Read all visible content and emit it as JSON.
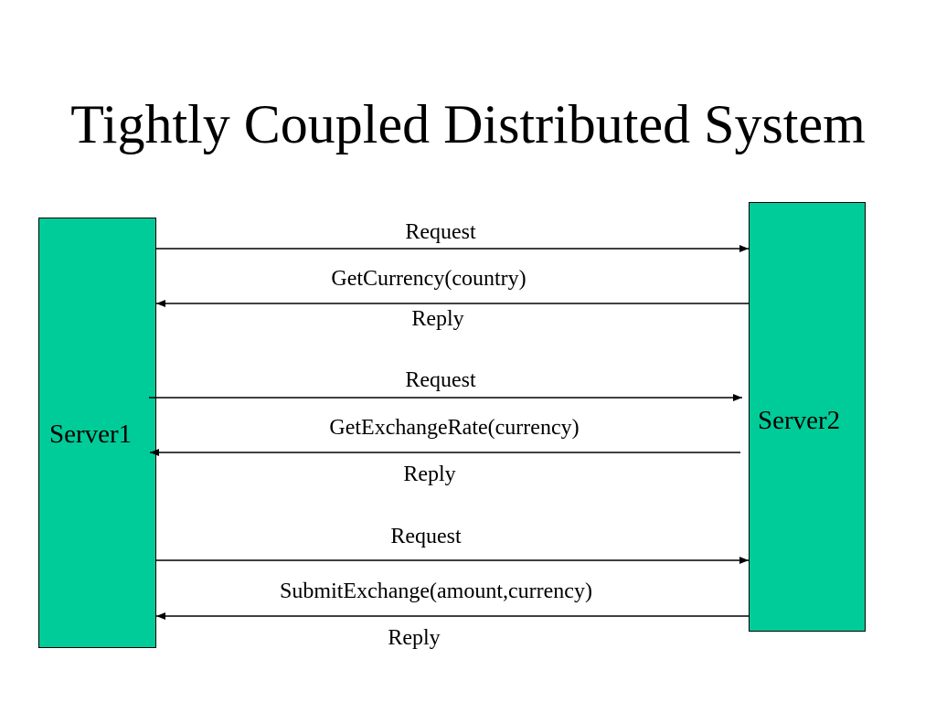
{
  "title": "Tightly Coupled Distributed System",
  "colors": {
    "server_fill": "#00cc99",
    "line": "#000000"
  },
  "servers": {
    "left": "Server1",
    "right": "Server2"
  },
  "exchanges": [
    {
      "request_label": "Request",
      "call": "GetCurrency(country)",
      "reply_label": "Reply"
    },
    {
      "request_label": "Request",
      "call": "GetExchangeRate(currency)",
      "reply_label": "Reply"
    },
    {
      "request_label": "Request",
      "call": "SubmitExchange(amount,currency)",
      "reply_label": "Reply"
    }
  ]
}
